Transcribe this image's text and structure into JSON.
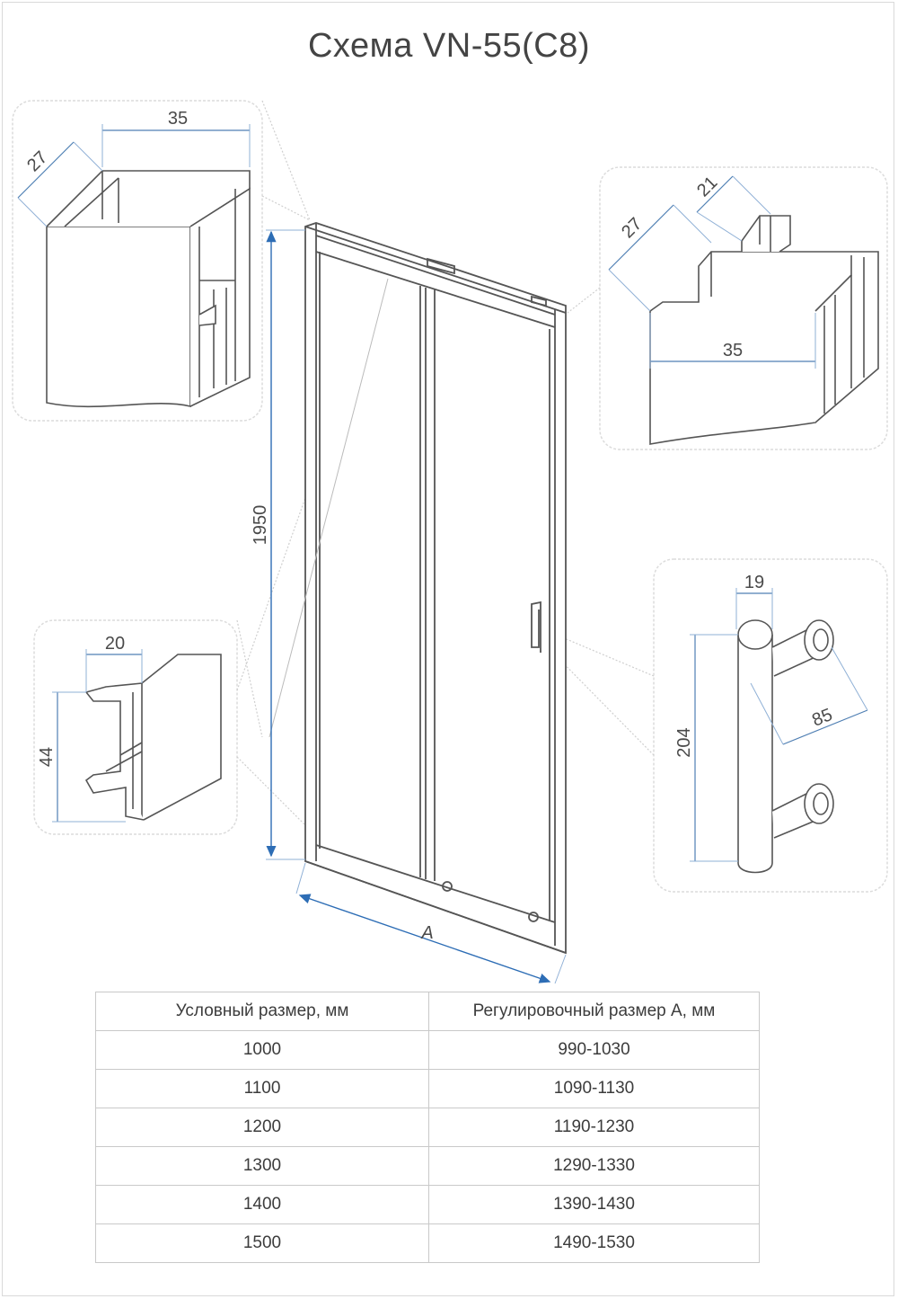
{
  "title": "Схема VN-55(C8)",
  "dimensions": {
    "top_left_width": "35",
    "top_left_depth": "27",
    "top_right_depth": "27",
    "top_right_inner": "21",
    "top_right_width": "35",
    "left_profile_width": "20",
    "left_profile_height": "44",
    "handle_diameter": "19",
    "handle_length": "204",
    "handle_offset": "85",
    "door_height": "1950",
    "door_width": "A"
  },
  "table": {
    "headers": [
      "Условный размер, мм",
      "Регулировочный размер А, мм"
    ],
    "rows": [
      [
        "1000",
        "990-1030"
      ],
      [
        "1100",
        "1090-1130"
      ],
      [
        "1200",
        "1190-1230"
      ],
      [
        "1300",
        "1290-1330"
      ],
      [
        "1400",
        "1390-1430"
      ],
      [
        "1500",
        "1490-1530"
      ]
    ]
  },
  "colors": {
    "line": "#555555",
    "dimension": "#4f7fb3",
    "callout": "#d9d9d9",
    "arrow": "#2d6db5"
  }
}
